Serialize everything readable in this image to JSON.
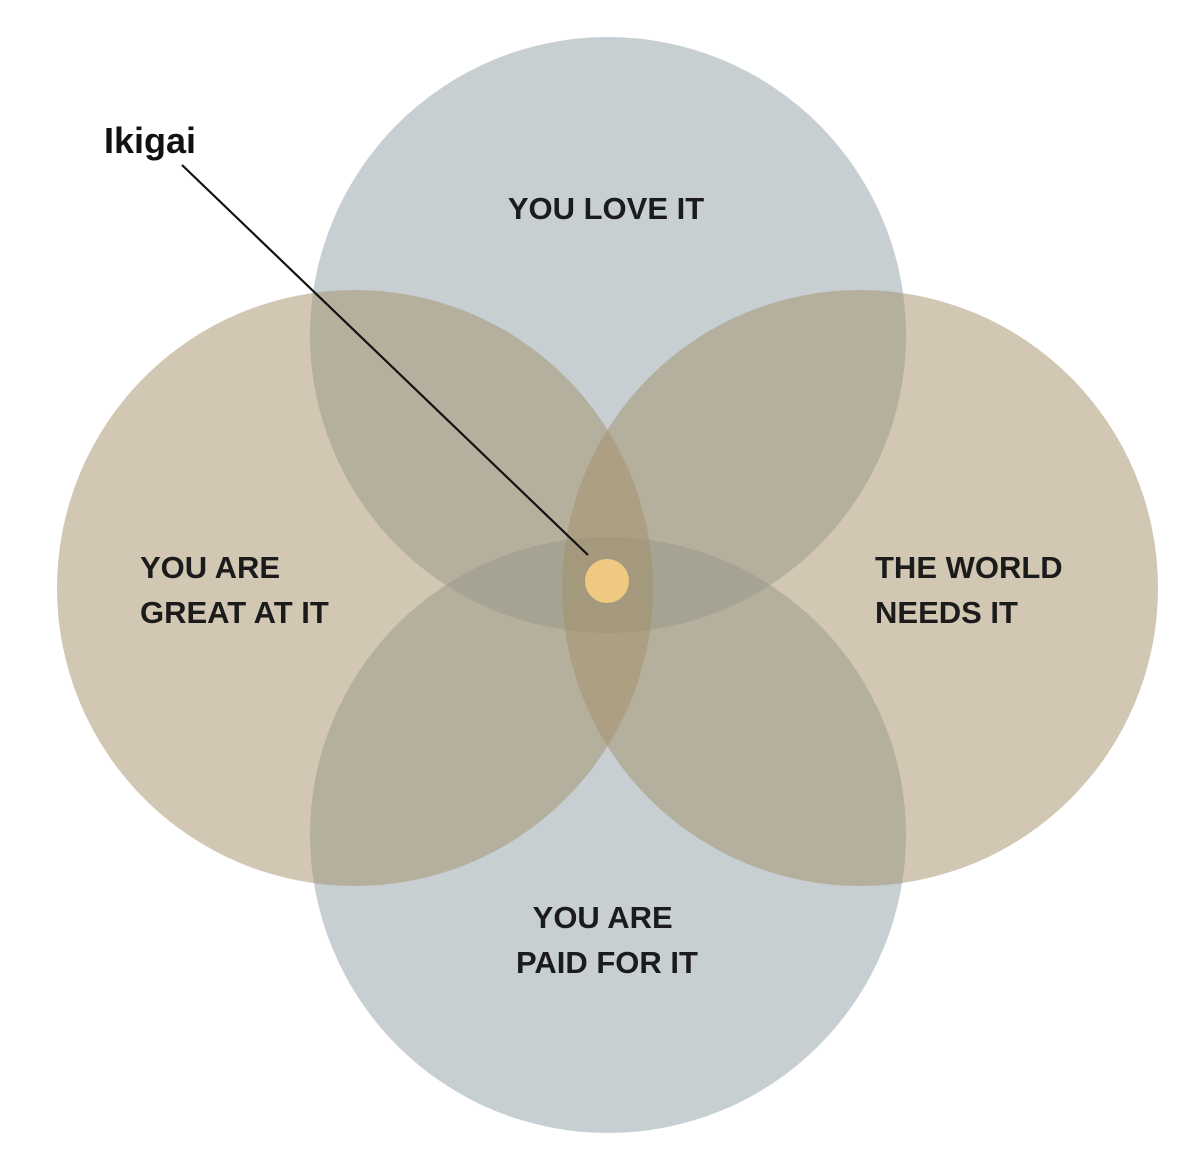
{
  "colors": {
    "circle_blue": "#8a9ba2",
    "circle_tan": "#a38f67",
    "center_dot": "#efc882",
    "text": "#1b1b1b",
    "background": "#ffffff"
  },
  "callout": {
    "label": "Ikigai"
  },
  "circles": {
    "top": {
      "lines": [
        "YOU LOVE IT"
      ],
      "color_key": "circle_blue"
    },
    "bottom": {
      "lines": [
        "YOU ARE",
        "PAID FOR IT"
      ],
      "color_key": "circle_blue"
    },
    "left": {
      "lines": [
        "YOU ARE",
        "GREAT AT IT"
      ],
      "color_key": "circle_tan"
    },
    "right": {
      "lines": [
        "THE WORLD",
        "NEEDS IT"
      ],
      "color_key": "circle_tan"
    }
  }
}
